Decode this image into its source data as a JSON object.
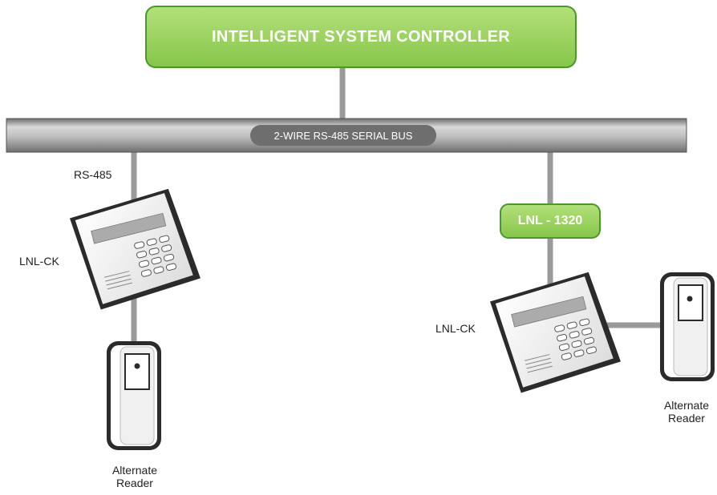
{
  "controller": {
    "label": "INTELLIGENT SYSTEM CONTROLLER"
  },
  "bus": {
    "label": "2-WIRE RS-485 SERIAL BUS"
  },
  "left_branch": {
    "link_label": "RS-485",
    "keypad_label": "LNL-CK",
    "reader_label_line1": "Alternate",
    "reader_label_line2": "Reader"
  },
  "right_branch": {
    "module_label": "LNL - 1320",
    "keypad_label": "LNL-CK",
    "reader_label_line1": "Alternate",
    "reader_label_line2": "Reader"
  },
  "colors": {
    "green_fill": "#9ed65a",
    "green_border": "#4a9a2a",
    "bus_gray": "#9a9a9a",
    "wire_gray": "#9a9a9a",
    "device_dark": "#2b2b2b"
  }
}
